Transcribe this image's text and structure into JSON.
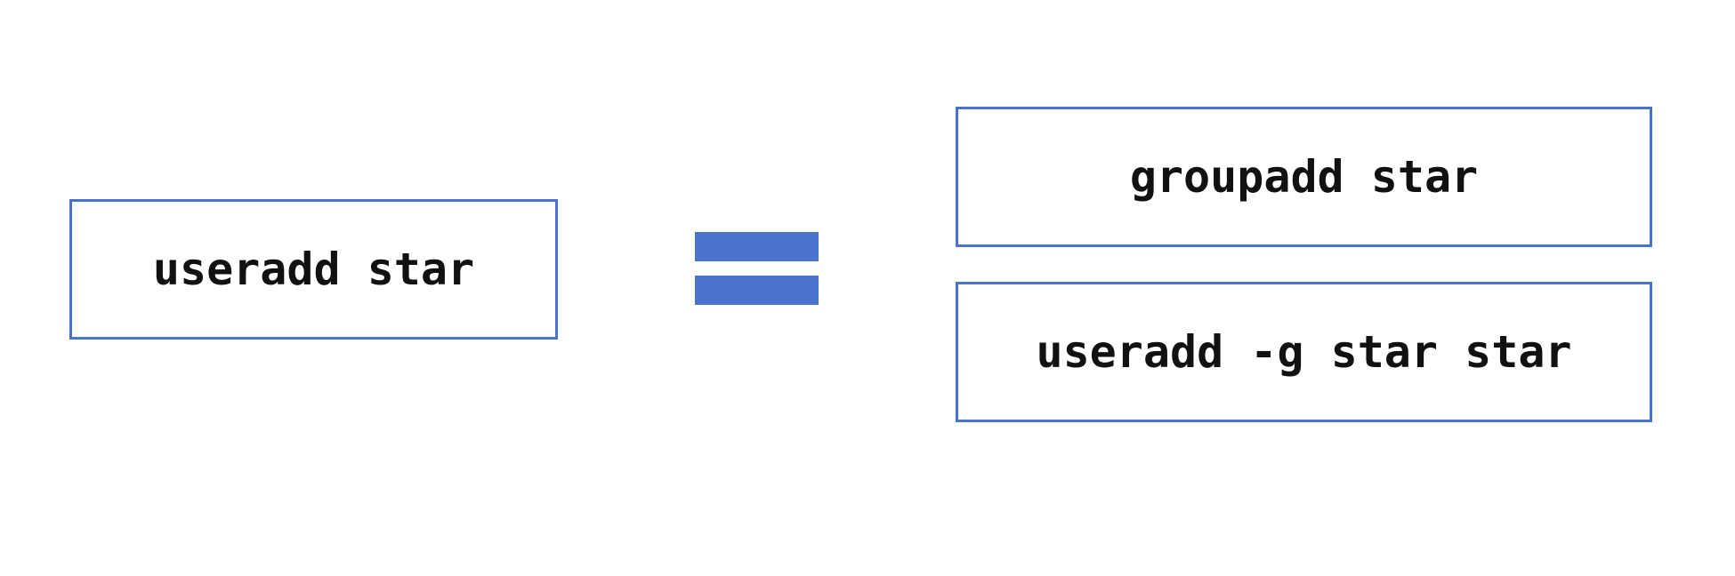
{
  "colors": {
    "accent": "#4a74cc",
    "text": "#111111",
    "background": "#ffffff"
  },
  "left": {
    "command": "useradd star"
  },
  "operator": {
    "symbol": "="
  },
  "right": {
    "commands": [
      "groupadd star",
      "useradd -g star star"
    ]
  }
}
